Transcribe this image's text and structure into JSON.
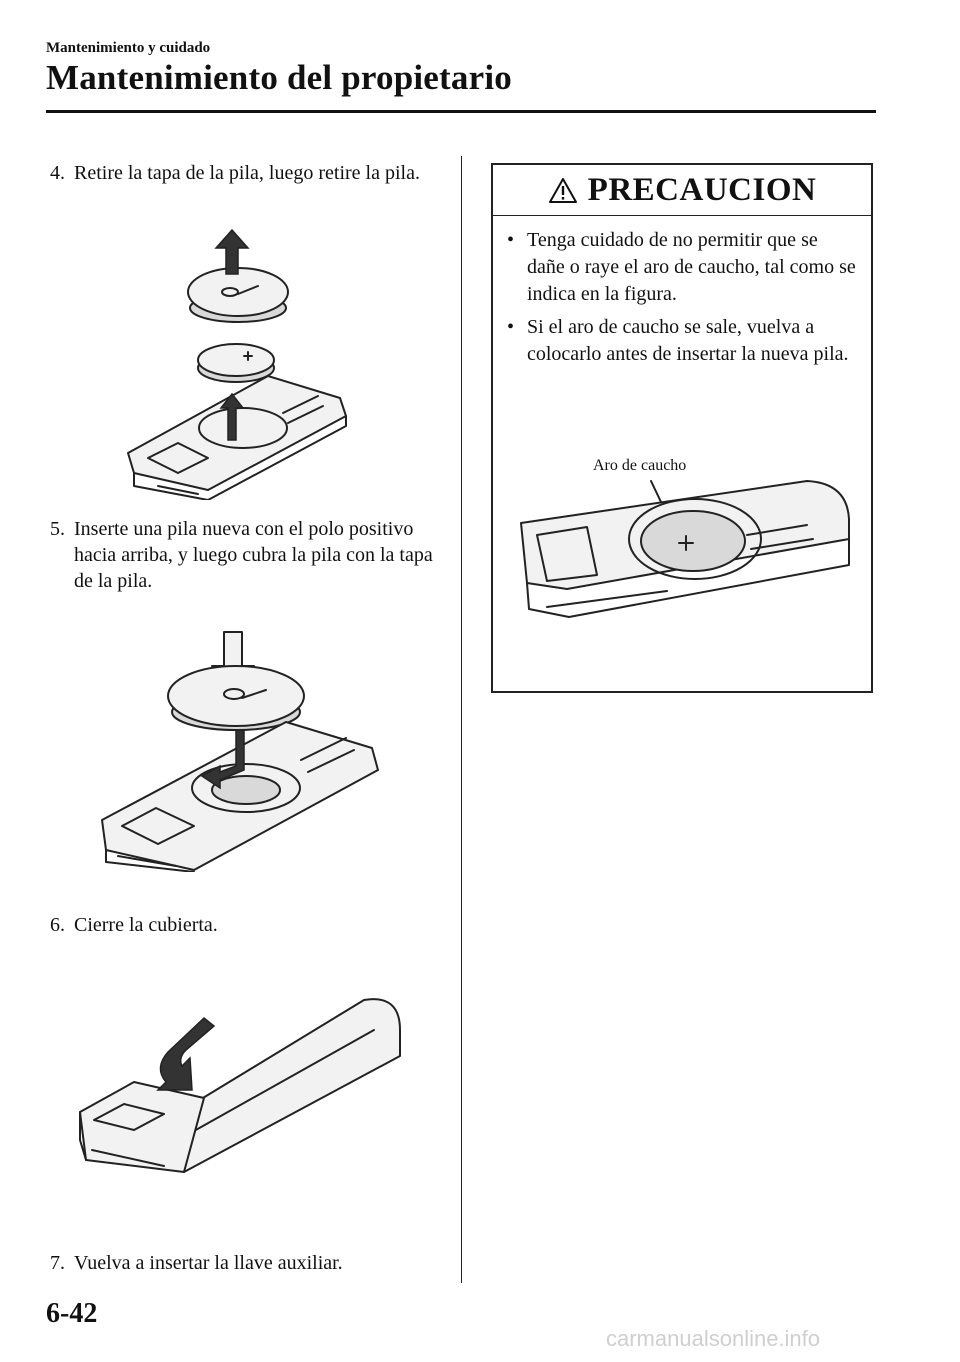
{
  "header": {
    "section": "Mantenimiento y cuidado",
    "title": "Mantenimiento del propietario"
  },
  "steps": [
    {
      "num": "4.",
      "text": "Retire la tapa de la pila, luego retire la pila."
    },
    {
      "num": "5.",
      "text": "Inserte una pila nueva con el polo positivo hacia arriba, y luego cubra la pila con la tapa de la pila."
    },
    {
      "num": "6.",
      "text": "Cierre la cubierta."
    },
    {
      "num": "7.",
      "text": "Vuelva a insertar la llave auxiliar."
    }
  ],
  "caution": {
    "title": "PRECAUCION",
    "bullets": [
      "Tenga cuidado de no permitir que se dañe o raye el aro de caucho, tal como se indica en la figura.",
      "Si el aro de caucho se sale, vuelva a colocarlo antes de insertar la nueva pila."
    ],
    "figure_label": "Aro de caucho"
  },
  "footer": {
    "page_number": "6-42",
    "watermark": "carmanualsonline.info"
  },
  "icons": {
    "warning": "warning-triangle-icon",
    "arrow_up": "arrow-up-icon",
    "arrow_down": "arrow-down-icon",
    "arrow_curved": "curved-arrow-icon"
  }
}
